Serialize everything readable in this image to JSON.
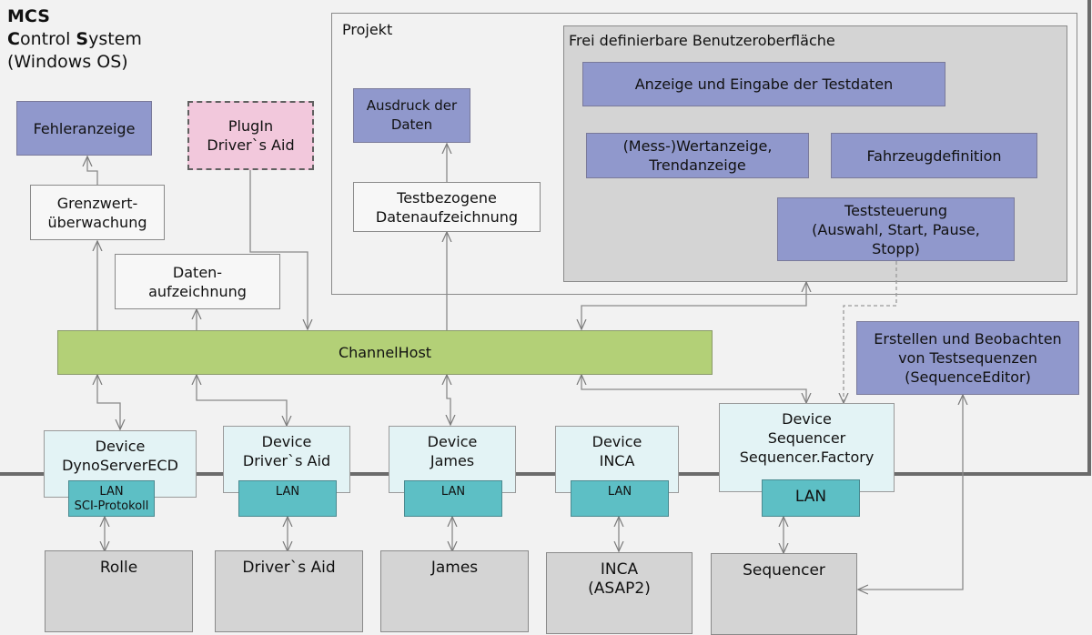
{
  "system": {
    "title_line1": "MCS",
    "title_line2_initial_c": "C",
    "title_line2_rest_c": "ontrol ",
    "title_line2_initial_s": "S",
    "title_line2_rest_s": "ystem",
    "title_line3": "(Windows OS)"
  },
  "left_column": {
    "fehleranzeige": "Fehleranzeige",
    "plugin_line1": "PlugIn",
    "plugin_line2": "Driver`s Aid",
    "grenzwert_line1": "Grenzwert-",
    "grenzwert_line2": "überwachung",
    "daten_line1": "Daten-",
    "daten_line2": "aufzeichnung"
  },
  "projekt": {
    "label": "Projekt",
    "ausdruck": "Ausdruck der Daten",
    "testbezogen_line1": "Testbezogene",
    "testbezogen_line2": "Datenaufzeichnung",
    "ui_area": {
      "label": "Frei definierbare Benutzeroberfläche",
      "anzeige": "Anzeige und Eingabe der Testdaten",
      "messwert_line1": "(Mess-)Wertanzeige,",
      "messwert_line2": "Trendanzeige",
      "fahrzeug": "Fahrzeugdefinition",
      "teststeuerung_line1": "Teststeuerung",
      "teststeuerung_line2": "(Auswahl, Start, Pause,",
      "teststeuerung_line3": "Stopp)"
    }
  },
  "channelhost": "ChannelHost",
  "sequence_editor": {
    "line1": "Erstellen und Beobachten",
    "line2": "von Testsequenzen",
    "line3": "(SequenceEditor)"
  },
  "devices": [
    {
      "line1": "Device",
      "line2": "DynoServerECD",
      "lan_line1": "LAN",
      "lan_line2": "SCI-Protokoll",
      "external": "Rolle"
    },
    {
      "line1": "Device",
      "line2": "Driver`s Aid",
      "lan_line1": "LAN",
      "external": "Driver`s Aid"
    },
    {
      "line1": "Device",
      "line2": "James",
      "lan_line1": "LAN",
      "external": "James"
    },
    {
      "line1": "Device",
      "line2": "INCA",
      "lan_line1": "LAN",
      "external_line1": "INCA",
      "external_line2": "(ASAP2)"
    },
    {
      "line1": "Device",
      "line2": "Sequencer",
      "line3": "Sequencer.Factory",
      "lan_line1": "LAN",
      "external": "Sequencer"
    }
  ],
  "colors": {
    "purple": "#9098cc",
    "green": "#b3d077",
    "device": "#e3f3f5",
    "lan": "#5dbfc5",
    "external": "#d4d4d4",
    "plugin": "#f2c8dc"
  }
}
